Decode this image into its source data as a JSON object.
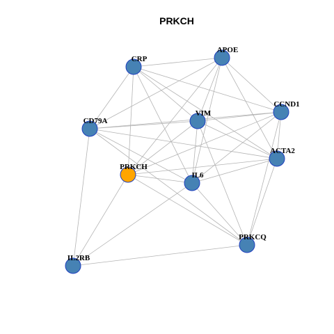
{
  "title": "PRKCH",
  "colors": {
    "node_default": "#4682b4",
    "node_highlight": "#ffa500",
    "node_border": "#1f3fbf",
    "edge": "#b3b3b3"
  },
  "nodes": [
    {
      "id": "CRP",
      "label": "CRP",
      "highlight": false
    },
    {
      "id": "APOE",
      "label": "APOE",
      "highlight": false
    },
    {
      "id": "CCND1",
      "label": "CCND1",
      "highlight": false
    },
    {
      "id": "VIM",
      "label": "VIM",
      "highlight": false
    },
    {
      "id": "CD79A",
      "label": "CD79A",
      "highlight": false
    },
    {
      "id": "ACTA2",
      "label": "ACTA2",
      "highlight": false
    },
    {
      "id": "PRKCH",
      "label": "PRKCH",
      "highlight": true
    },
    {
      "id": "IL6",
      "label": "IL6",
      "highlight": false
    },
    {
      "id": "PRKCQ",
      "label": "PRKCQ",
      "highlight": false
    },
    {
      "id": "IL2RB",
      "label": "IL2RB",
      "highlight": false
    }
  ],
  "edges": [
    [
      "CRP",
      "APOE"
    ],
    [
      "CRP",
      "CD79A"
    ],
    [
      "CRP",
      "PRKCH"
    ],
    [
      "CRP",
      "VIM"
    ],
    [
      "CRP",
      "CCND1"
    ],
    [
      "CRP",
      "ACTA2"
    ],
    [
      "CRP",
      "IL6"
    ],
    [
      "APOE",
      "CD79A"
    ],
    [
      "APOE",
      "VIM"
    ],
    [
      "APOE",
      "CCND1"
    ],
    [
      "APOE",
      "ACTA2"
    ],
    [
      "APOE",
      "PRKCH"
    ],
    [
      "APOE",
      "IL6"
    ],
    [
      "CCND1",
      "CD79A"
    ],
    [
      "CCND1",
      "VIM"
    ],
    [
      "CCND1",
      "ACTA2"
    ],
    [
      "CCND1",
      "IL6"
    ],
    [
      "CCND1",
      "PRKCQ"
    ],
    [
      "CCND1",
      "PRKCH"
    ],
    [
      "VIM",
      "CD79A"
    ],
    [
      "VIM",
      "ACTA2"
    ],
    [
      "VIM",
      "IL6"
    ],
    [
      "VIM",
      "PRKCQ"
    ],
    [
      "VIM",
      "PRKCH"
    ],
    [
      "CD79A",
      "ACTA2"
    ],
    [
      "CD79A",
      "IL6"
    ],
    [
      "CD79A",
      "IL2RB"
    ],
    [
      "CD79A",
      "PRKCQ"
    ],
    [
      "ACTA2",
      "PRKCH"
    ],
    [
      "ACTA2",
      "IL6"
    ],
    [
      "ACTA2",
      "PRKCQ"
    ],
    [
      "PRKCH",
      "IL6"
    ],
    [
      "PRKCH",
      "IL2RB"
    ],
    [
      "PRKCH",
      "PRKCQ"
    ],
    [
      "IL6",
      "PRKCQ"
    ],
    [
      "IL6",
      "IL2RB"
    ],
    [
      "PRKCQ",
      "IL2RB"
    ]
  ]
}
